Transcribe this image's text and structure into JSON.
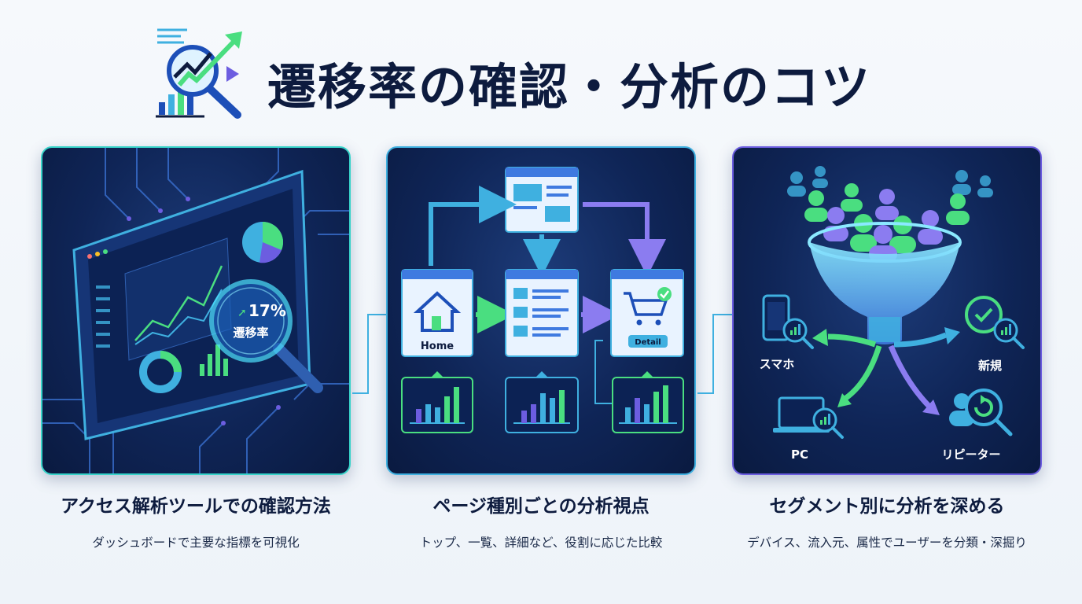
{
  "header": {
    "title": "遷移率の確認・分析のコツ",
    "logo_icon": "magnifier-growth-chart-icon"
  },
  "colors": {
    "navy": "#0f2557",
    "cyan": "#37d3c9",
    "blue": "#3fb0e0",
    "purple": "#6c5de0",
    "green": "#4ade80"
  },
  "panels": [
    {
      "title": "アクセス解析ツールでの確認方法",
      "subtitle": "ダッシュボードで主要な指標を可視化",
      "magnifier_value": "17%",
      "magnifier_label": "遷移率"
    },
    {
      "title": "ページ種別ごとの分析視点",
      "subtitle": "トップ、一覧、詳細など、役割に応じた比較",
      "home_label": "Home",
      "detail_label": "Detail"
    },
    {
      "title": "セグメント別に分析を深める",
      "subtitle": "デバイス、流入元、属性でユーザーを分類・深掘り",
      "segments": {
        "smartphone": "スマホ",
        "new": "新規",
        "pc": "PC",
        "repeater": "リピーター"
      }
    }
  ]
}
